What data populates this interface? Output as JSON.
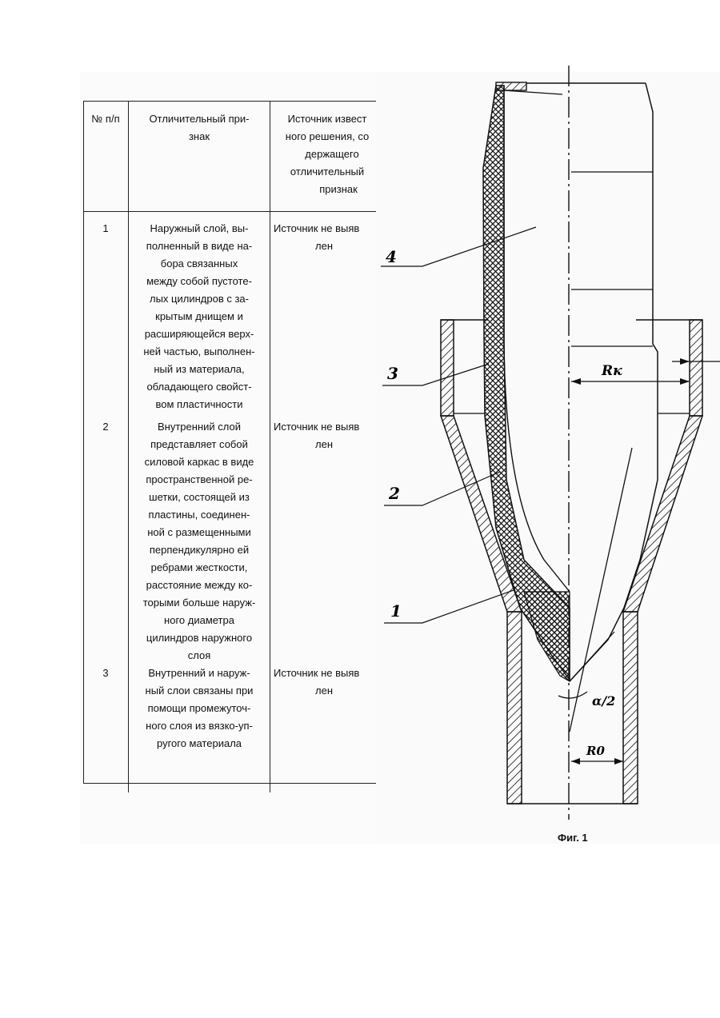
{
  "table": {
    "headers": {
      "num": "№ п/п",
      "feature": [
        "Отличительный при-",
        "знак"
      ],
      "source": [
        "Источник извест",
        "ного решения, со",
        "держащего",
        "отличительный",
        "признак"
      ]
    },
    "rows": [
      {
        "num": "1",
        "feature": [
          "Наружный слой, вы-",
          "полненный в виде на-",
          "бора связанных",
          "между собой пустоте-",
          "лых цилиндров с за-",
          "крытым днищем и",
          "расширяющейся верх-",
          "ней частью, выполнен-",
          "ный из материала,",
          "обладающего свойст-",
          "вом пластичности"
        ],
        "source": [
          "Источник не выяв",
          "лен"
        ]
      },
      {
        "num": "2",
        "feature": [
          "Внутренний слой",
          "представляет собой",
          "силовой каркас в виде",
          "пространственной ре-",
          "шетки, состоящей из",
          "пластины, соединен-",
          "ной с размещенными",
          "перпендикулярно ей",
          "ребрами жесткости,",
          "расстояние между ко-",
          "торыми больше наруж-",
          "ного диаметра",
          "цилиндров наружного",
          "слоя"
        ],
        "source": [
          "Источник не выяв",
          "лен"
        ]
      },
      {
        "num": "3",
        "feature": [
          "Внутренний и наруж-",
          "ный слои связаны при",
          "помощи промежуточ-",
          "ного слоя из вязко-уп-",
          "ругого материала"
        ],
        "source": [
          "Источник не выяв",
          "лен"
        ]
      }
    ]
  },
  "figure": {
    "labels": {
      "l4": "4",
      "l3": "3",
      "l2": "2",
      "l1": "1",
      "rk": "Rк",
      "r0": "R0",
      "alpha": "α/2"
    },
    "caption": "Фиг. 1"
  }
}
